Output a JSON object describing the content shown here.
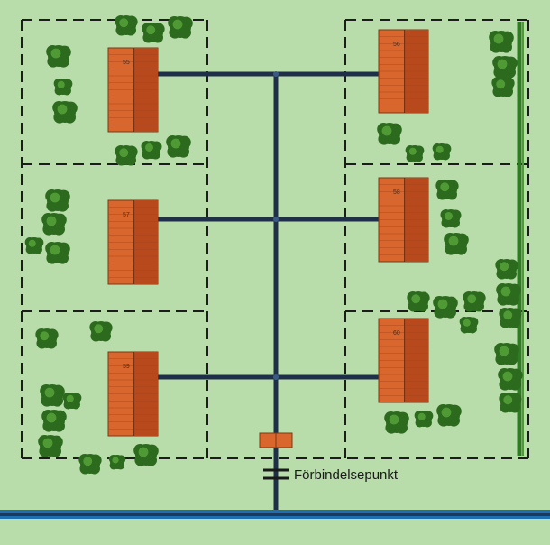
{
  "diagram": {
    "connection_point_label": "Förbindelsepunkt",
    "house_labels": [
      "55",
      "56",
      "57",
      "58",
      "59",
      "60"
    ],
    "colors": {
      "background": "#b8dcaa",
      "pipe": "#1f2f4a",
      "main_pipe": "#1e6fb0",
      "roof": "#d9662c",
      "roof_shade": "#b8491c",
      "tree_dark": "#2c6a1e",
      "tree_light": "#4f9a34",
      "fence": "#1c1c1c",
      "hedge": "#2f7a22"
    }
  }
}
